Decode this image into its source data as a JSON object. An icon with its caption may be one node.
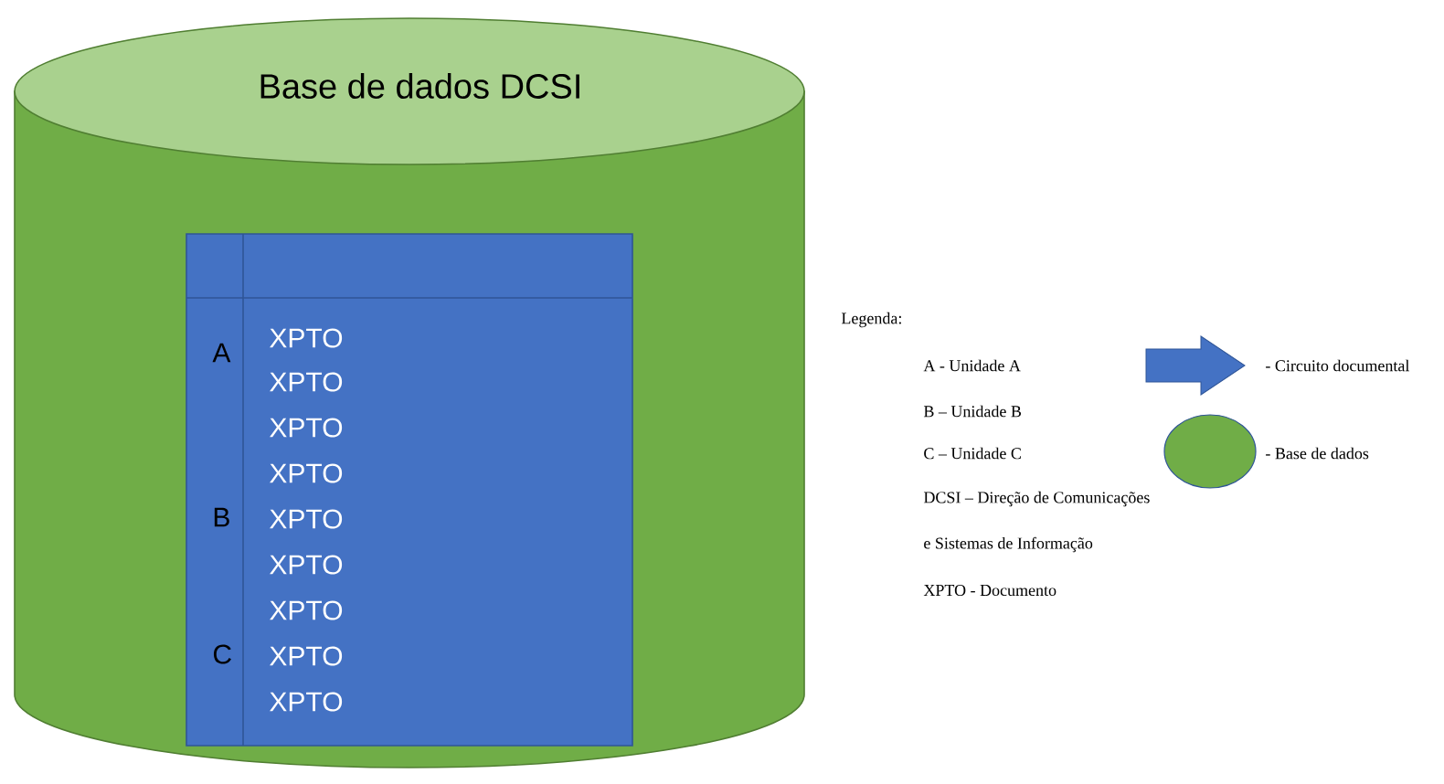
{
  "diagram": {
    "nodes": [
      {
        "text": [
          "Base de dados DCSI"
        ]
      },
      {
        "text": [],
        "shape": "box",
        "in": 0
      }
    ],
    "labels": [
      "A",
      "XPTO",
      "XPTO",
      "XPTO",
      "XPTO",
      "B",
      "XPTO",
      "XPTO",
      "XPTO",
      "C",
      "XPTO",
      "XPTO",
      "Legenda:",
      "A - Unidade A",
      "B – Unidade B",
      "C – Unidade C",
      "DCSI – Direção de Comunicações",
      "e Sistemas de Informação",
      "XPTO - Documento"
    ],
    "legend": [
      {
        "text": "- Circuito documental"
      },
      {
        "text": "- Base de dados",
        "color": "#70ad47"
      }
    ]
  }
}
